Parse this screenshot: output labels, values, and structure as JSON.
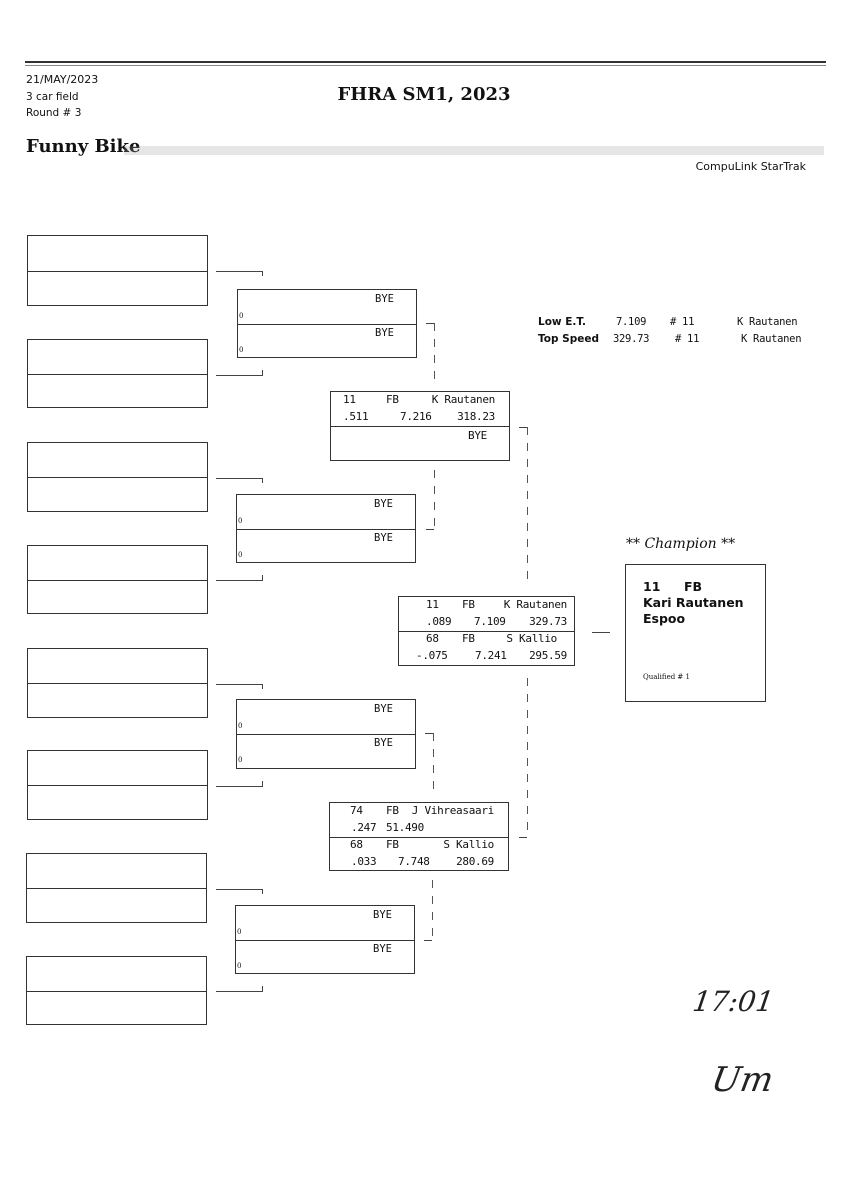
{
  "header": {
    "date": "21/MAY/2023",
    "field": "3 car field",
    "round": "Round # 3",
    "title": "FHRA SM1, 2023",
    "class_name": "Funny Bike",
    "brand": "CompuLink StarTrak"
  },
  "round1": {
    "slots": [
      {
        "top": "",
        "bottom": ""
      },
      {
        "top": "",
        "bottom": ""
      },
      {
        "top": "",
        "bottom": ""
      },
      {
        "top": "",
        "bottom": ""
      },
      {
        "top": "",
        "bottom": ""
      },
      {
        "top": "",
        "bottom": ""
      },
      {
        "top": "",
        "bottom": ""
      },
      {
        "top": "",
        "bottom": ""
      }
    ]
  },
  "round2": [
    {
      "top": {
        "label": "BYE",
        "seed": "0"
      },
      "bottom": {
        "label": "BYE",
        "seed": "0"
      }
    },
    {
      "top": {
        "label": "BYE",
        "seed": "0"
      },
      "bottom": {
        "label": "BYE",
        "seed": "0"
      }
    },
    {
      "top": {
        "label": "BYE",
        "seed": "0"
      },
      "bottom": {
        "label": "BYE",
        "seed": "0"
      }
    },
    {
      "top": {
        "label": "BYE",
        "seed": "0"
      },
      "bottom": {
        "label": "BYE",
        "seed": "0"
      }
    }
  ],
  "semifinals": [
    {
      "top": {
        "number": "11",
        "class": "FB",
        "name": "K Rautanen",
        "reaction": ".511",
        "et": "7.216",
        "speed": "318.23"
      },
      "bottom": {
        "label": "BYE"
      }
    },
    {
      "top": {
        "number": "74",
        "class": "FB",
        "name": "J Vihreasaari",
        "reaction": ".247",
        "et": "51.490",
        "speed": ""
      },
      "bottom": {
        "number": "68",
        "class": "FB",
        "name": "S Kallio",
        "reaction": ".033",
        "et": "7.748",
        "speed": "280.69"
      }
    }
  ],
  "final": {
    "top": {
      "number": "11",
      "class": "FB",
      "name": "K Rautanen",
      "reaction": ".089",
      "et": "7.109",
      "speed": "329.73"
    },
    "bottom": {
      "number": "68",
      "class": "FB",
      "name": "S Kallio",
      "reaction": "-.075",
      "et": "7.241",
      "speed": "295.59"
    }
  },
  "records": {
    "low_et": {
      "label": "Low  E.T.",
      "value": "7.109",
      "number": "# 11",
      "name": "K Rautanen"
    },
    "top_speed": {
      "label": "Top Speed",
      "value": "329.73",
      "number": "# 11",
      "name": "K Rautanen"
    }
  },
  "champion": {
    "title": "** Champion **",
    "number": "11",
    "class": "FB",
    "name": "Kari Rautanen",
    "city": "Espoo",
    "qualified": "Qualified # 1"
  },
  "handwriting": {
    "time": "17:01",
    "signature": "Um"
  }
}
